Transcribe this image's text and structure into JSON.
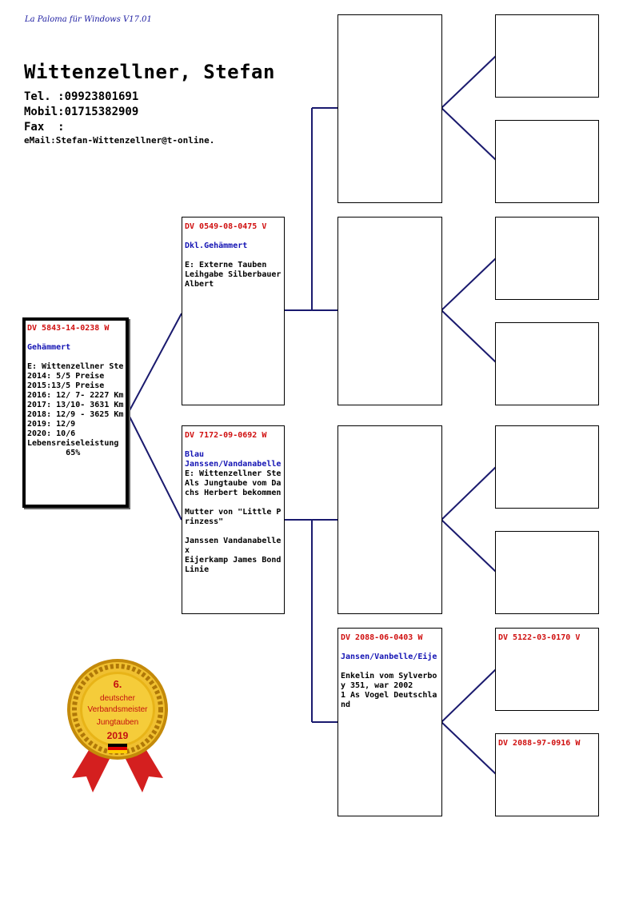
{
  "header": {
    "software": "La Paloma für Windows V17.01",
    "owner": "Wittenzellner, Stefan",
    "tel": "Tel. :09923801691",
    "mobil": "Mobil:01715382909",
    "fax": "Fax  :",
    "email": "eMail:Stefan-Wittenzellner@t-online."
  },
  "subject": {
    "ring": "DV 5843-14-0238 W",
    "color": "Gehämmert",
    "notes": "E: Wittenzellner Ste\n2014: 5/5 Preise\n2015:13/5 Preise\n2016: 12/ 7- 2227 Km\n2017: 13/10- 3631 Km\n2018: 12/9 - 3625 Km\n2019: 12/9\n2020: 10/6\nLebensreiseleistung\n        65%"
  },
  "father": {
    "ring": "DV 0549-08-0475 V",
    "color": "Dkl.Gehämmert",
    "notes": "E: Externe Tauben\nLeihgabe Silberbauer\nAlbert"
  },
  "mother": {
    "ring": "DV 7172-09-0692 W",
    "color": "Blau\nJanssen/Vandanabelle",
    "notes": "E: Wittenzellner Ste\nAls Jungtaube vom Da\nchs Herbert bekommen\n\nMutter von \"Little P\nrinzess\"\n\nJanssen Vandanabelle\nx\nEijerkamp James Bond\nLinie"
  },
  "mm_dam": {
    "ring": "DV 2088-06-0403 W",
    "color": "Jansen/Vanbelle/Eije",
    "notes": "Enkelin vom Sylverbo\ny 351, war 2002\n1 As Vogel Deutschla\nnd"
  },
  "mmm_sire": {
    "ring": "DV 5122-03-0170 V"
  },
  "mmm_dam": {
    "ring": "DV 2088-97-0916 W"
  },
  "medal": {
    "rank": "6.",
    "line1": "deutscher",
    "line2": "Verbandsmeister",
    "line3": "Jungtauben",
    "year": "2019"
  },
  "colors": {
    "ring": "#d01010",
    "color_text": "#1414b4",
    "connector": "#1a1a6e",
    "medal_gold": "#e0a812",
    "ribbon": "#d41f1f"
  }
}
